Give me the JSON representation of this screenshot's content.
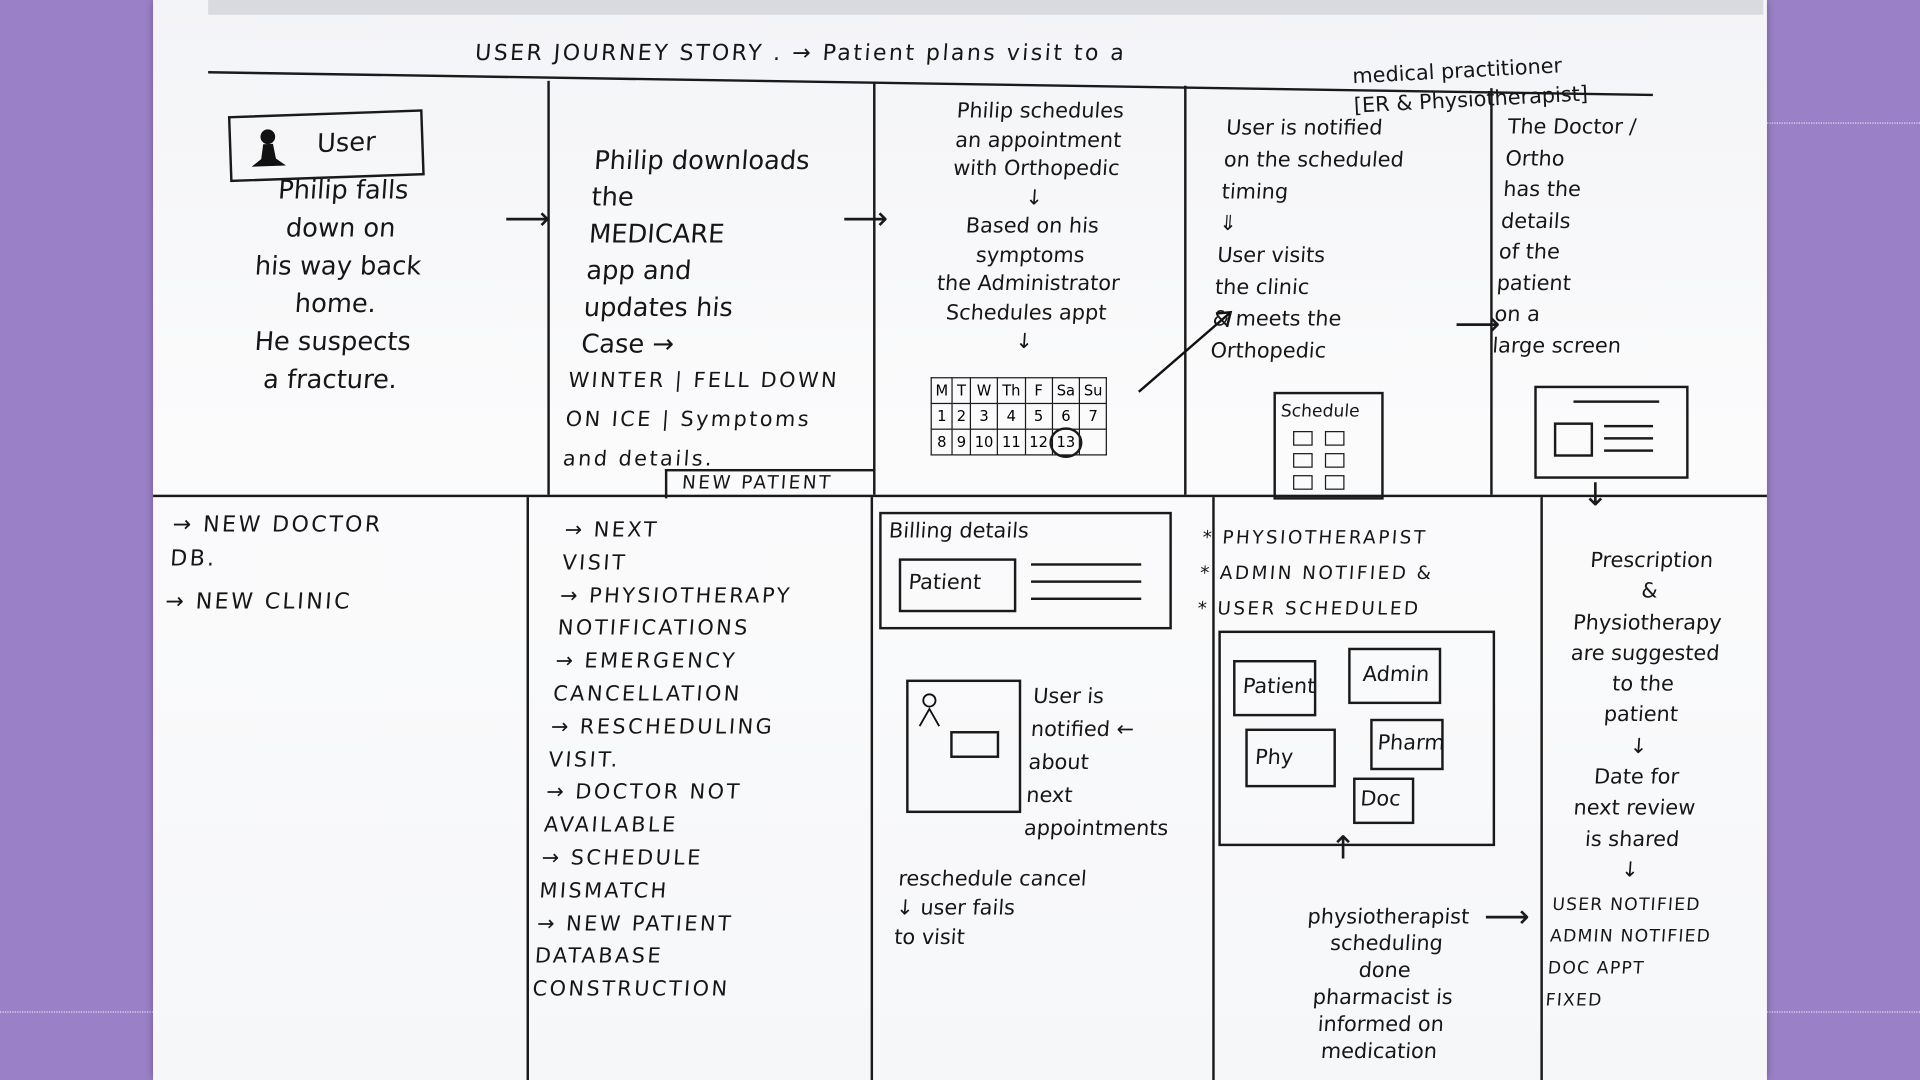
{
  "title": {
    "lines": [
      "USER JOURNEY STORY . → Patient plans visit to a",
      "medical practitioner",
      "[ER & Physiotherapist]"
    ]
  },
  "user_box": {
    "label": "User",
    "icon": "person-icon"
  },
  "top": {
    "col1": [
      "Philip falls",
      "down on",
      "his way back",
      "home.",
      "He suspects",
      "a fracture."
    ],
    "col2": [
      "Philip downloads",
      "the",
      "MEDICARE",
      "app and",
      "updates his",
      "Case →"
    ],
    "col2b": [
      "WINTER | FELL DOWN",
      "ON ICE | Symptoms",
      "and details."
    ],
    "col2_tag": "NEW PATIENT",
    "col3": [
      "Philip schedules",
      "an appointment",
      "with Orthopedic",
      "↓",
      "Based on his",
      "symptoms",
      "the Administrator",
      "Schedules appt",
      "↓"
    ],
    "calendar": {
      "days": [
        "M",
        "T",
        "W",
        "Th",
        "F",
        "Sa",
        "Su"
      ],
      "rows": [
        [
          "1",
          "2",
          "3",
          "4",
          "5",
          "6",
          "7"
        ],
        [
          "8",
          "9",
          "10",
          "11",
          "12",
          "13",
          ""
        ]
      ]
    },
    "col4": [
      "User is notified",
      "on the scheduled",
      "timing",
      "⇓",
      "User visits",
      "the clinic",
      "& meets the",
      "Orthopedic"
    ],
    "schedule_label": "Schedule",
    "col5": [
      "The Doctor /",
      "Ortho",
      "has the",
      "details",
      "of the",
      "patient",
      "on a",
      "large screen"
    ]
  },
  "bottom": {
    "col1": [
      "→ NEW DOCTOR",
      "DB.",
      "→ NEW CLINIC"
    ],
    "col2": [
      "→ NEXT",
      "VISIT",
      "→ PHYSIOTHERAPY",
      "NOTIFICATIONS",
      "→ EMERGENCY",
      "CANCELLATION",
      "→ RESCHEDULING",
      "VISIT.",
      "→ DOCTOR NOT",
      "AVAILABLE",
      "→ SCHEDULE",
      "MISMATCH",
      "→ NEW PATIENT",
      "DATABASE",
      "CONSTRUCTION"
    ],
    "billing": {
      "title": "Billing details",
      "patient": "Patient"
    },
    "col3_notify": [
      "User is",
      "notified ←",
      "about",
      "next",
      "appointments"
    ],
    "col3_actions": [
      "reschedule  cancel",
      "↓ user fails",
      "to visit"
    ],
    "col4_list": [
      "* PHYSIOTHERAPIST",
      "* ADMIN      NOTIFIED &",
      "* USER      SCHEDULED"
    ],
    "modules": [
      "Patient",
      "Admin",
      "Phy",
      "Pharm",
      "Doc"
    ],
    "col4_text": [
      "physiotherapist",
      "scheduling",
      "done",
      "pharmacist is",
      "informed on",
      "medication"
    ],
    "col5": [
      "Prescription",
      "&",
      "Physiotherapy",
      "are suggested",
      "to the",
      "patient",
      "↓",
      "Date for",
      "next review",
      "is shared",
      "↓",
      "USER NOTIFIED",
      "ADMIN NOTIFIED",
      "DOC APPT",
      "FIXED"
    ]
  }
}
